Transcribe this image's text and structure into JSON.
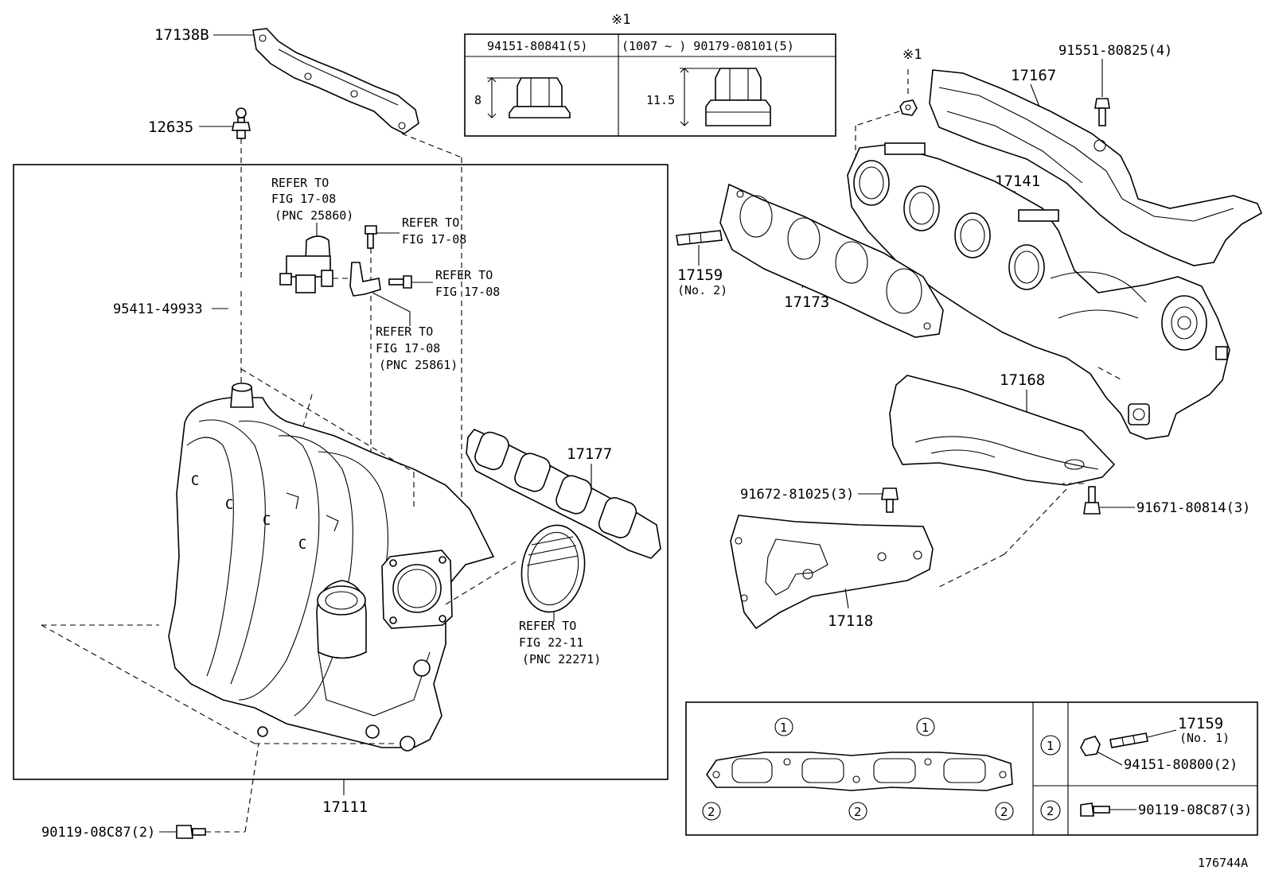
{
  "labels": {
    "p17138b": "17138B",
    "p12635": "12635",
    "p95411": "95411-49933",
    "p17111": "17111",
    "p90119a": "90119-08C87(2)",
    "p17177": "17177",
    "p17167": "17167",
    "p91551": "91551-80825(4)",
    "p17141": "17141",
    "p17159a": "17159",
    "p17159a_sub": "(No. 2)",
    "p17173": "17173",
    "p17168": "17168",
    "p91672": "91672-81025(3)",
    "p91671": "91671-80814(3)",
    "p17118": "17118",
    "p17159b": "17159",
    "p17159b_sub": "(No. 1)",
    "p94151b": "94151-80800(2)",
    "p90119b": "90119-08C87(3)",
    "note_mark": "※1",
    "figure_id": "176744A"
  },
  "refs": [
    {
      "l1": "REFER TO",
      "l2": "FIG 17-08",
      "l3": "(PNC 25860)"
    },
    {
      "l1": "REFER TO",
      "l2": "FIG 17-08"
    },
    {
      "l1": "REFER TO",
      "l2": "FIG 17-08"
    },
    {
      "l1": "REFER TO",
      "l2": "FIG 17-08",
      "l3": "(PNC 25861)"
    },
    {
      "l1": "REFER TO",
      "l2": "FIG 22-11",
      "l3": "(PNC 22271)"
    }
  ],
  "nut_table": {
    "col1_header": "94151-80841(5)",
    "col2_header": "(1007 ~        ) 90179-08101(5)",
    "col1_dim": "8",
    "col2_dim": "11.5"
  },
  "legend": {
    "c1": "1",
    "c2": "2"
  }
}
